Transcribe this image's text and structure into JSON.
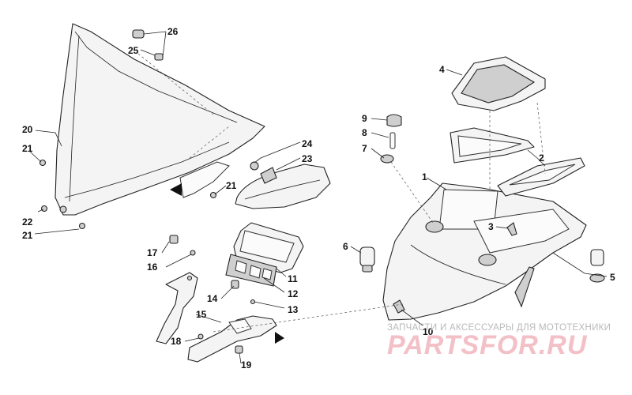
{
  "callouts": {
    "c1": "1",
    "c2": "2",
    "c3": "3",
    "c4": "4",
    "c5": "5",
    "c6": "6",
    "c7": "7",
    "c8": "8",
    "c9": "9",
    "c10": "10",
    "c11": "11",
    "c12": "12",
    "c13": "13",
    "c14": "14",
    "c15": "15",
    "c16": "16",
    "c17": "17",
    "c18": "18",
    "c19": "19",
    "c20": "20",
    "c21a": "21",
    "c21b": "21",
    "c21c": "21",
    "c22": "22",
    "c23": "23",
    "c24": "24",
    "c25": "25",
    "c26": "26"
  },
  "watermark": {
    "caption": "ЗАПЧАСТИ И АКСЕССУАРЫ ДЛЯ МОТОТЕХНИКИ",
    "logo": "PARTSFOR.RU"
  }
}
